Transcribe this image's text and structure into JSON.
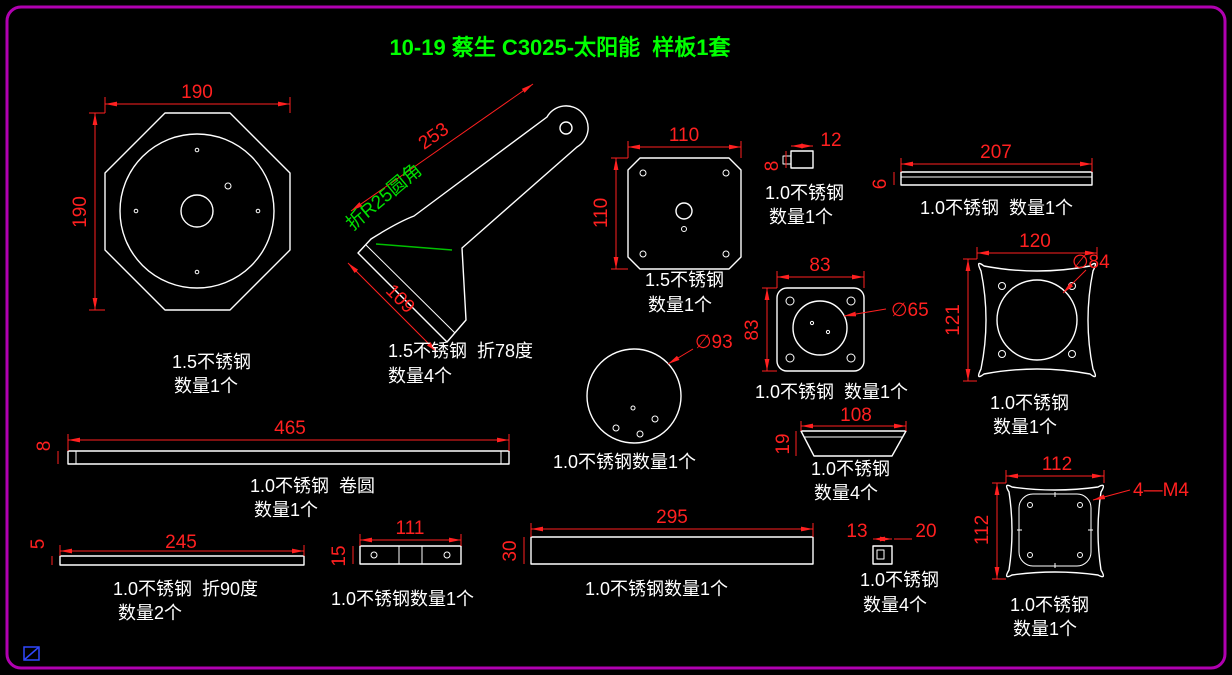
{
  "colors": {
    "background": "#000000",
    "viewport_border": "#b000b0",
    "dimension_red": "#ff2020",
    "outline_white": "#ffffff",
    "note_green": "#00e000",
    "title_green": "#00ff00",
    "ucs_blue": "#3048ff"
  },
  "title": "10-19 蔡生 C3025-太阳能  样板1套",
  "parts": [
    {
      "id": "octagon-plate-190",
      "dims": {
        "w": "190",
        "h": "190"
      },
      "material": "1.5不锈钢",
      "qty": "数量1个"
    },
    {
      "id": "bent-arm-253",
      "dims": {
        "len": "253",
        "w": "109"
      },
      "note": "折R25圆角",
      "material": "1.5不锈钢  折78度",
      "qty": "数量4个"
    },
    {
      "id": "square-plate-110",
      "dims": {
        "w": "110",
        "h": "110"
      },
      "material": "1.5不锈钢",
      "qty": "数量1个"
    },
    {
      "id": "clip-12x8",
      "dims": {
        "w": "12",
        "h": "8"
      },
      "material": "1.0不锈钢",
      "qty": "数量1个"
    },
    {
      "id": "strip-207x6",
      "dims": {
        "w": "207",
        "h": "6"
      },
      "material_qty": "1.0不锈钢  数量1个"
    },
    {
      "id": "square-plate-83",
      "dims": {
        "w": "83",
        "h": "83",
        "dia": "∅65"
      },
      "material_qty": "1.0不锈钢  数量1个"
    },
    {
      "id": "square-plate-120",
      "dims": {
        "w": "120",
        "h": "121",
        "dia": "∅84"
      },
      "material": "1.0不锈钢",
      "qty": "数量1个"
    },
    {
      "id": "disc-93",
      "dims": {
        "dia": "∅93"
      },
      "material_qty": "1.0不锈钢数量1个"
    },
    {
      "id": "trapezoid-108",
      "dims": {
        "w": "108",
        "h": "19"
      },
      "material": "1.0不锈钢",
      "qty": "数量4个"
    },
    {
      "id": "strip-465x8",
      "dims": {
        "w": "465",
        "h": "8"
      },
      "material": "1.0不锈钢  卷圆",
      "qty": "数量1个"
    },
    {
      "id": "strip-245x5",
      "dims": {
        "w": "245",
        "h": "5"
      },
      "material": "1.0不锈钢  折90度",
      "qty": "数量2个"
    },
    {
      "id": "strip-111x15",
      "dims": {
        "w": "111",
        "h": "15"
      },
      "material_qty": "1.0不锈钢数量1个"
    },
    {
      "id": "strip-295x30",
      "dims": {
        "w": "295",
        "h": "30"
      },
      "material_qty": "1.0不锈钢数量1个"
    },
    {
      "id": "clip-13x20",
      "dims": {
        "w": "13",
        "h": "20"
      },
      "material": "1.0不锈钢",
      "qty": "数量4个"
    },
    {
      "id": "square-plate-112",
      "dims": {
        "w": "112",
        "h": "112"
      },
      "note": "4—M4",
      "material": "1.0不锈钢",
      "qty": "数量1个"
    }
  ]
}
